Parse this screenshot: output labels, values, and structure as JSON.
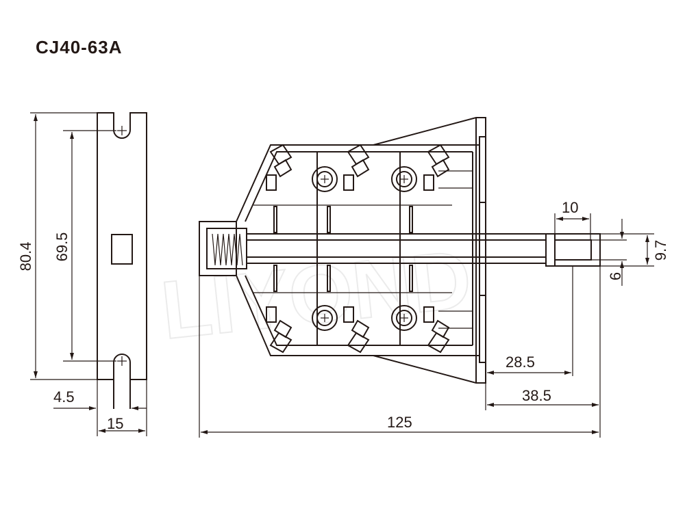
{
  "title": "CJ40-63A",
  "watermark": "LIYOND",
  "colors": {
    "line": "#231815",
    "background": "#ffffff"
  },
  "side_view": {
    "dim_total_height": "80.4",
    "dim_hole_spacing": "69.5",
    "dim_slot_offset": "4.5",
    "dim_width": "15"
  },
  "front_view": {
    "dim_overall_length": "125",
    "dim_shaft_length": "38.5",
    "dim_shaft_reach": "28.5",
    "dim_shaft_tip": "10",
    "dim_shaft_height": "9.7",
    "dim_shaft_thickness": "6"
  }
}
